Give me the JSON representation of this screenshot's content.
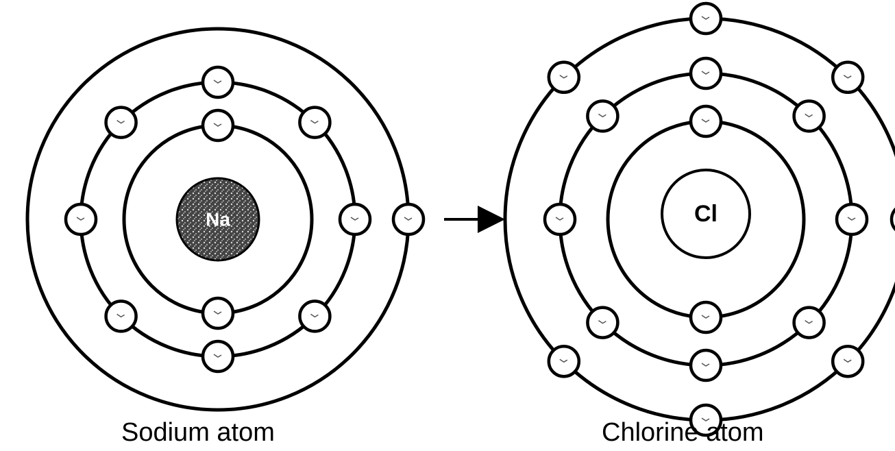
{
  "sodium": {
    "caption": "Sodium atom",
    "nucleus_symbol": "Na",
    "shell_electron_counts": [
      2,
      8,
      1
    ]
  },
  "chlorine": {
    "caption": "Chlorine atom",
    "nucleus_symbol": "Cl",
    "shell_electron_counts": [
      2,
      8,
      7
    ]
  },
  "arrow": {
    "direction": "right"
  }
}
